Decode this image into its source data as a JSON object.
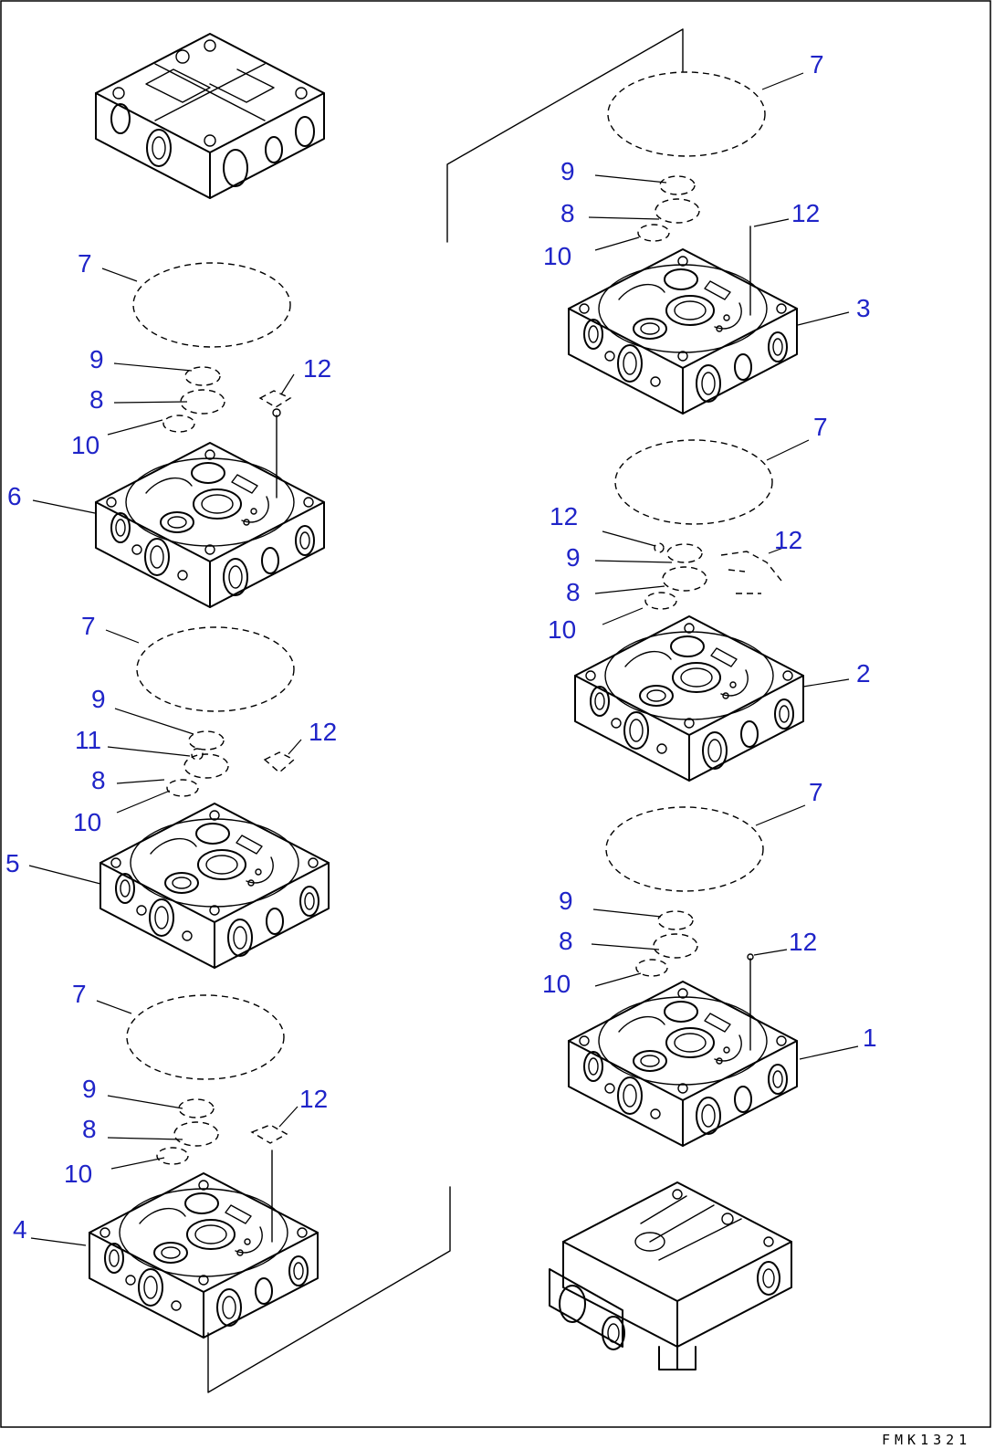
{
  "diagram": {
    "callout_color": "#1f24c8",
    "drawing_code": "FMK1321",
    "labels": {
      "L7a": "7",
      "L9a": "9",
      "L8a": "8",
      "L10a": "10",
      "L12a": "12",
      "L6": "6",
      "L7b": "7",
      "L9b": "9",
      "L11b": "11",
      "L8b": "8",
      "L10b": "10",
      "L12b": "12",
      "L5": "5",
      "L7c": "7",
      "L9c": "9",
      "L8c": "8",
      "L10c": "10",
      "L12c": "12",
      "L4": "4",
      "R7a": "7",
      "R9a": "9",
      "R8a": "8",
      "R10a": "10",
      "R12a": "12",
      "R3": "3",
      "R7b": "7",
      "R12b": "12",
      "R9b": "9",
      "R12c": "12",
      "R8b": "8",
      "R10b": "10",
      "R2": "2",
      "R7c": "7",
      "R9c": "9",
      "R8c": "8",
      "R10c": "10",
      "R12d": "12",
      "R1": "1"
    }
  }
}
